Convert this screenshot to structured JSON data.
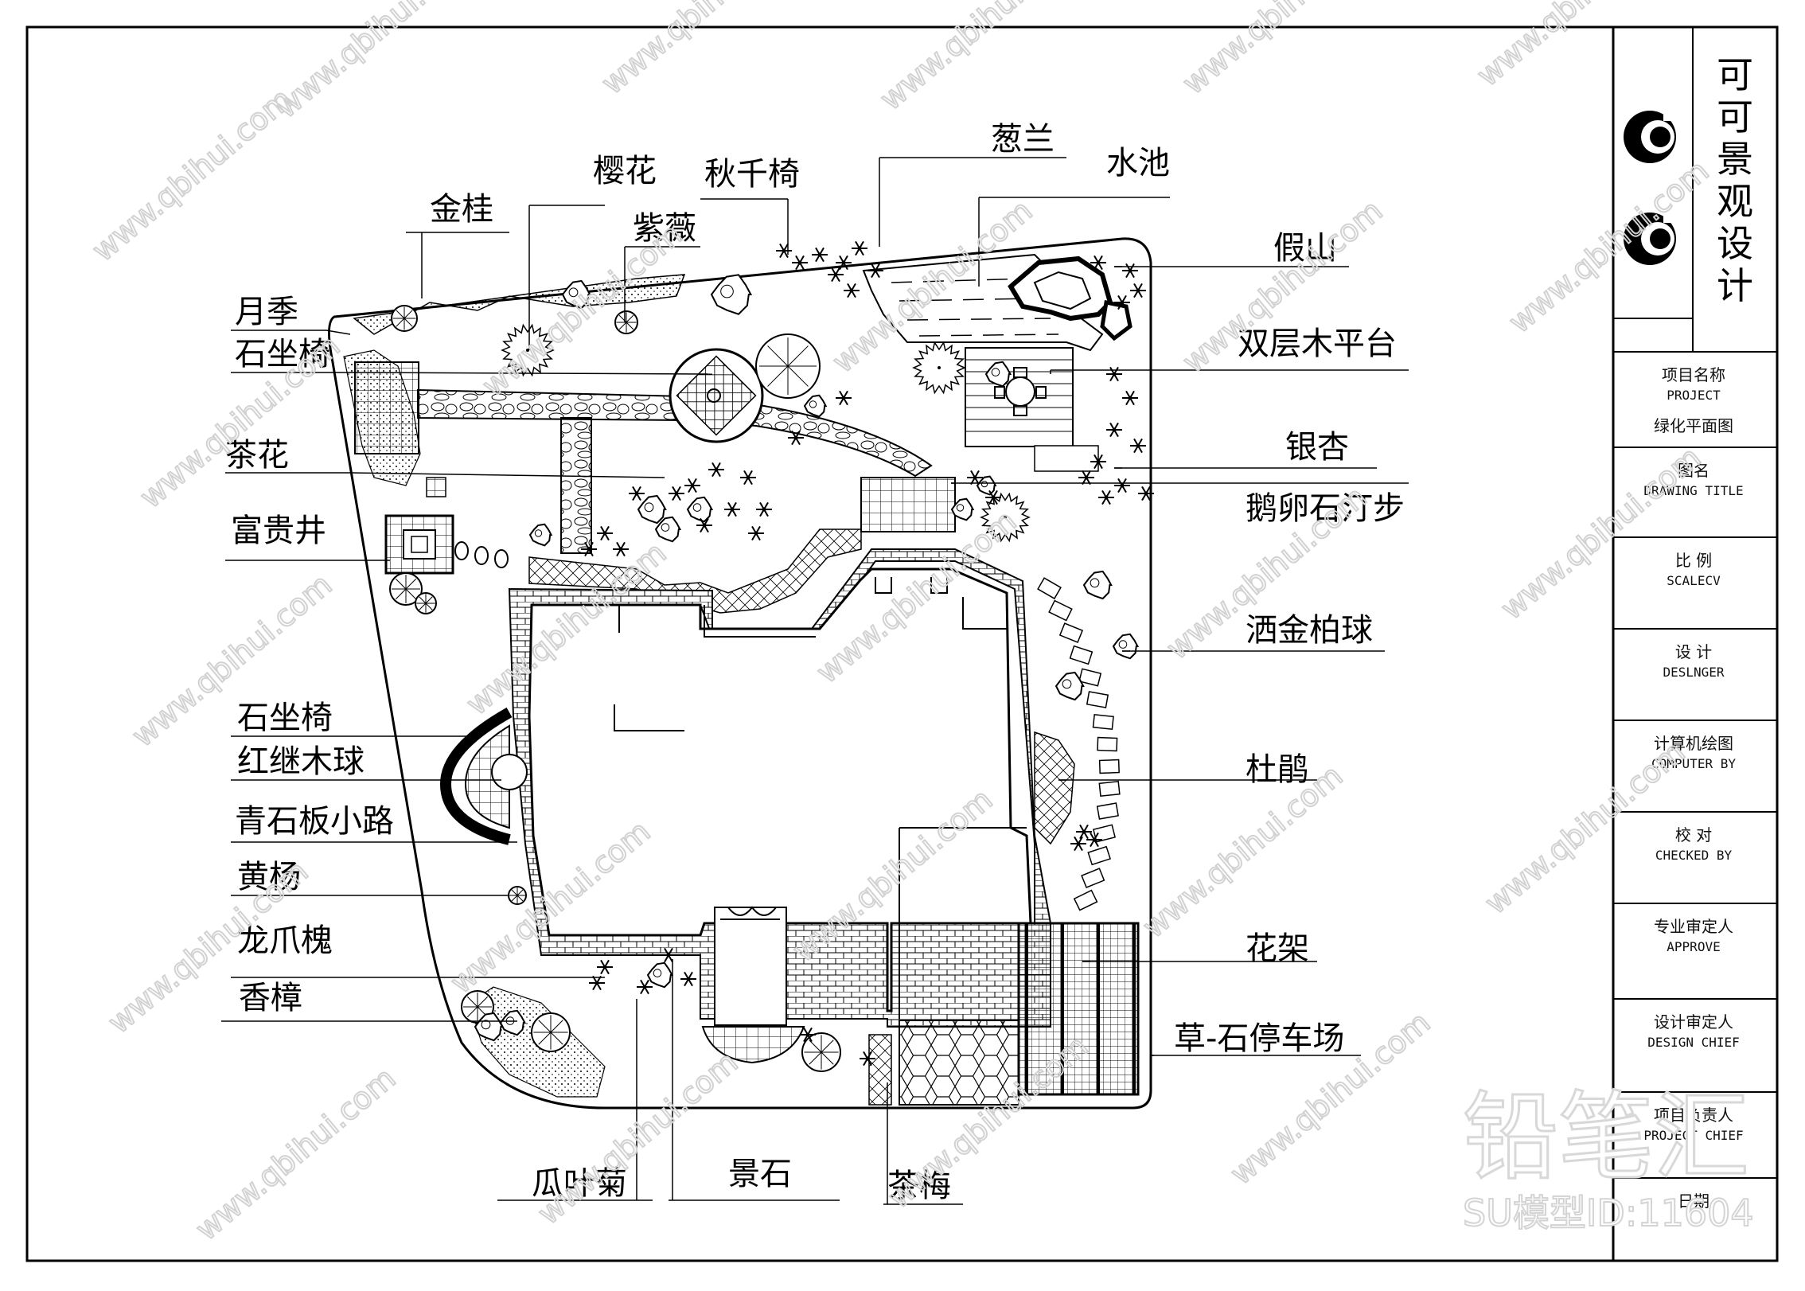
{
  "plants_labels": {
    "left": [
      "金桂",
      "月季",
      "石坐椅",
      "茶花",
      "富贵井",
      "石坐椅",
      "红继木球",
      "青石板小路",
      "黄杨",
      "龙爪槐",
      "香樟"
    ],
    "top": [
      "樱花",
      "紫薇",
      "秋千椅",
      "葱兰",
      "水池"
    ],
    "right": [
      "假山",
      "双层木平台",
      "银杏",
      "鹅卵石汀步",
      "洒金柏球",
      "杜鹃",
      "花架",
      "草-石停车场"
    ],
    "bottom": [
      "瓜叶菊",
      "景石",
      "茶梅"
    ]
  },
  "title_block": {
    "studio_name": [
      "可",
      "可",
      "景",
      "观",
      "设",
      "计"
    ],
    "rows": [
      {
        "cn": "项目名称",
        "en": "PROJECT",
        "value": "绿化平面图"
      },
      {
        "cn": "图名",
        "en": "DRAWING TITLE",
        "value": ""
      },
      {
        "cn": "比 例",
        "en": "SCALECV",
        "value": ""
      },
      {
        "cn": "设 计",
        "en": "DESLNGER",
        "value": ""
      },
      {
        "cn": "计算机绘图",
        "en": "COMPUTER BY",
        "value": ""
      },
      {
        "cn": "校 对",
        "en": "CHECKED BY",
        "value": ""
      },
      {
        "cn": "专业审定人",
        "en": "APPROVE",
        "value": ""
      },
      {
        "cn": "设计审定人",
        "en": "DESIGN CHIEF",
        "value": ""
      },
      {
        "cn": "项目负责人",
        "en": "PROJECT CHIEF",
        "value": ""
      },
      {
        "cn": "日期",
        "en": "",
        "value": ""
      }
    ]
  },
  "watermark": {
    "site": "www.qbihui.com",
    "brand": "铅笔汇",
    "model_id": "SU模型ID:11604"
  }
}
